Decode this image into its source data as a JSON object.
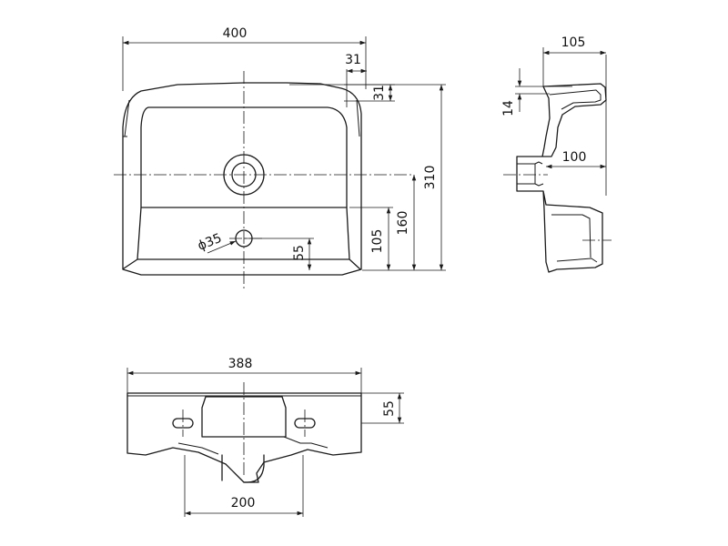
{
  "top_view": {
    "width": "400",
    "offset_right": "31",
    "offset_top": "31",
    "depth": "310",
    "center_height": "160",
    "edge_height": "105",
    "hole_height": "55",
    "hole_diameter": "ϕ35"
  },
  "side_view": {
    "width": "105",
    "rim_thickness": "14",
    "drain_depth": "100"
  },
  "front_view": {
    "width": "388",
    "height": "55",
    "drain_spacing": "200"
  }
}
